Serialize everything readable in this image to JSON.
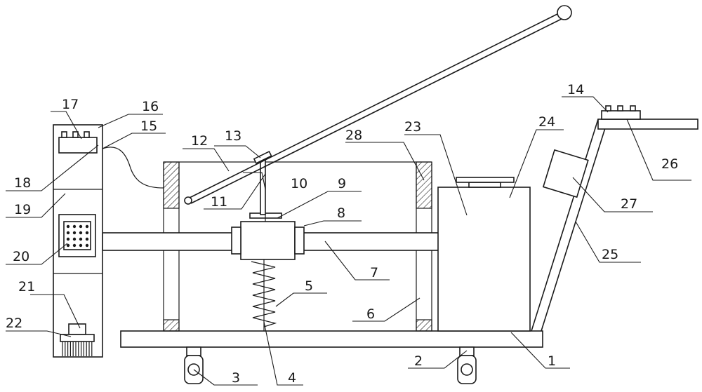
{
  "diagram": {
    "callouts": [
      {
        "id": "c1",
        "text": "1"
      },
      {
        "id": "c2",
        "text": "2"
      },
      {
        "id": "c3",
        "text": "3"
      },
      {
        "id": "c4",
        "text": "4"
      },
      {
        "id": "c5",
        "text": "5"
      },
      {
        "id": "c6",
        "text": "6"
      },
      {
        "id": "c7",
        "text": "7"
      },
      {
        "id": "c8",
        "text": "8"
      },
      {
        "id": "c9",
        "text": "9"
      },
      {
        "id": "c10",
        "text": "10"
      },
      {
        "id": "c11",
        "text": "11"
      },
      {
        "id": "c12",
        "text": "12"
      },
      {
        "id": "c13",
        "text": "13"
      },
      {
        "id": "c14",
        "text": "14"
      },
      {
        "id": "c15",
        "text": "15"
      },
      {
        "id": "c16",
        "text": "16"
      },
      {
        "id": "c17",
        "text": "17"
      },
      {
        "id": "c18",
        "text": "18"
      },
      {
        "id": "c19",
        "text": "19"
      },
      {
        "id": "c20",
        "text": "20"
      },
      {
        "id": "c21",
        "text": "21"
      },
      {
        "id": "c22",
        "text": "22"
      },
      {
        "id": "c23",
        "text": "23"
      },
      {
        "id": "c24",
        "text": "24"
      },
      {
        "id": "c25",
        "text": "25"
      },
      {
        "id": "c26",
        "text": "26"
      },
      {
        "id": "c27",
        "text": "27"
      },
      {
        "id": "c28",
        "text": "28"
      }
    ],
    "colors": {
      "line": "#1a1a1a",
      "background": "#ffffff"
    }
  }
}
